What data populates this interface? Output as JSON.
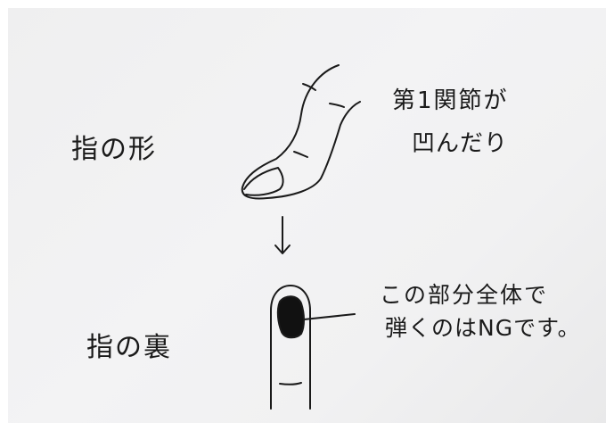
{
  "labels": {
    "finger_shape": "指の形",
    "finger_back": "指の裏"
  },
  "notes": {
    "joint_line1": "第1関節が",
    "joint_line2": "凹んだり",
    "ng_line1": "この部分全体で",
    "ng_line2": "弾くのはNGです。"
  },
  "colors": {
    "ink": "#1a1a1a",
    "paper": "#f0f0f1"
  }
}
